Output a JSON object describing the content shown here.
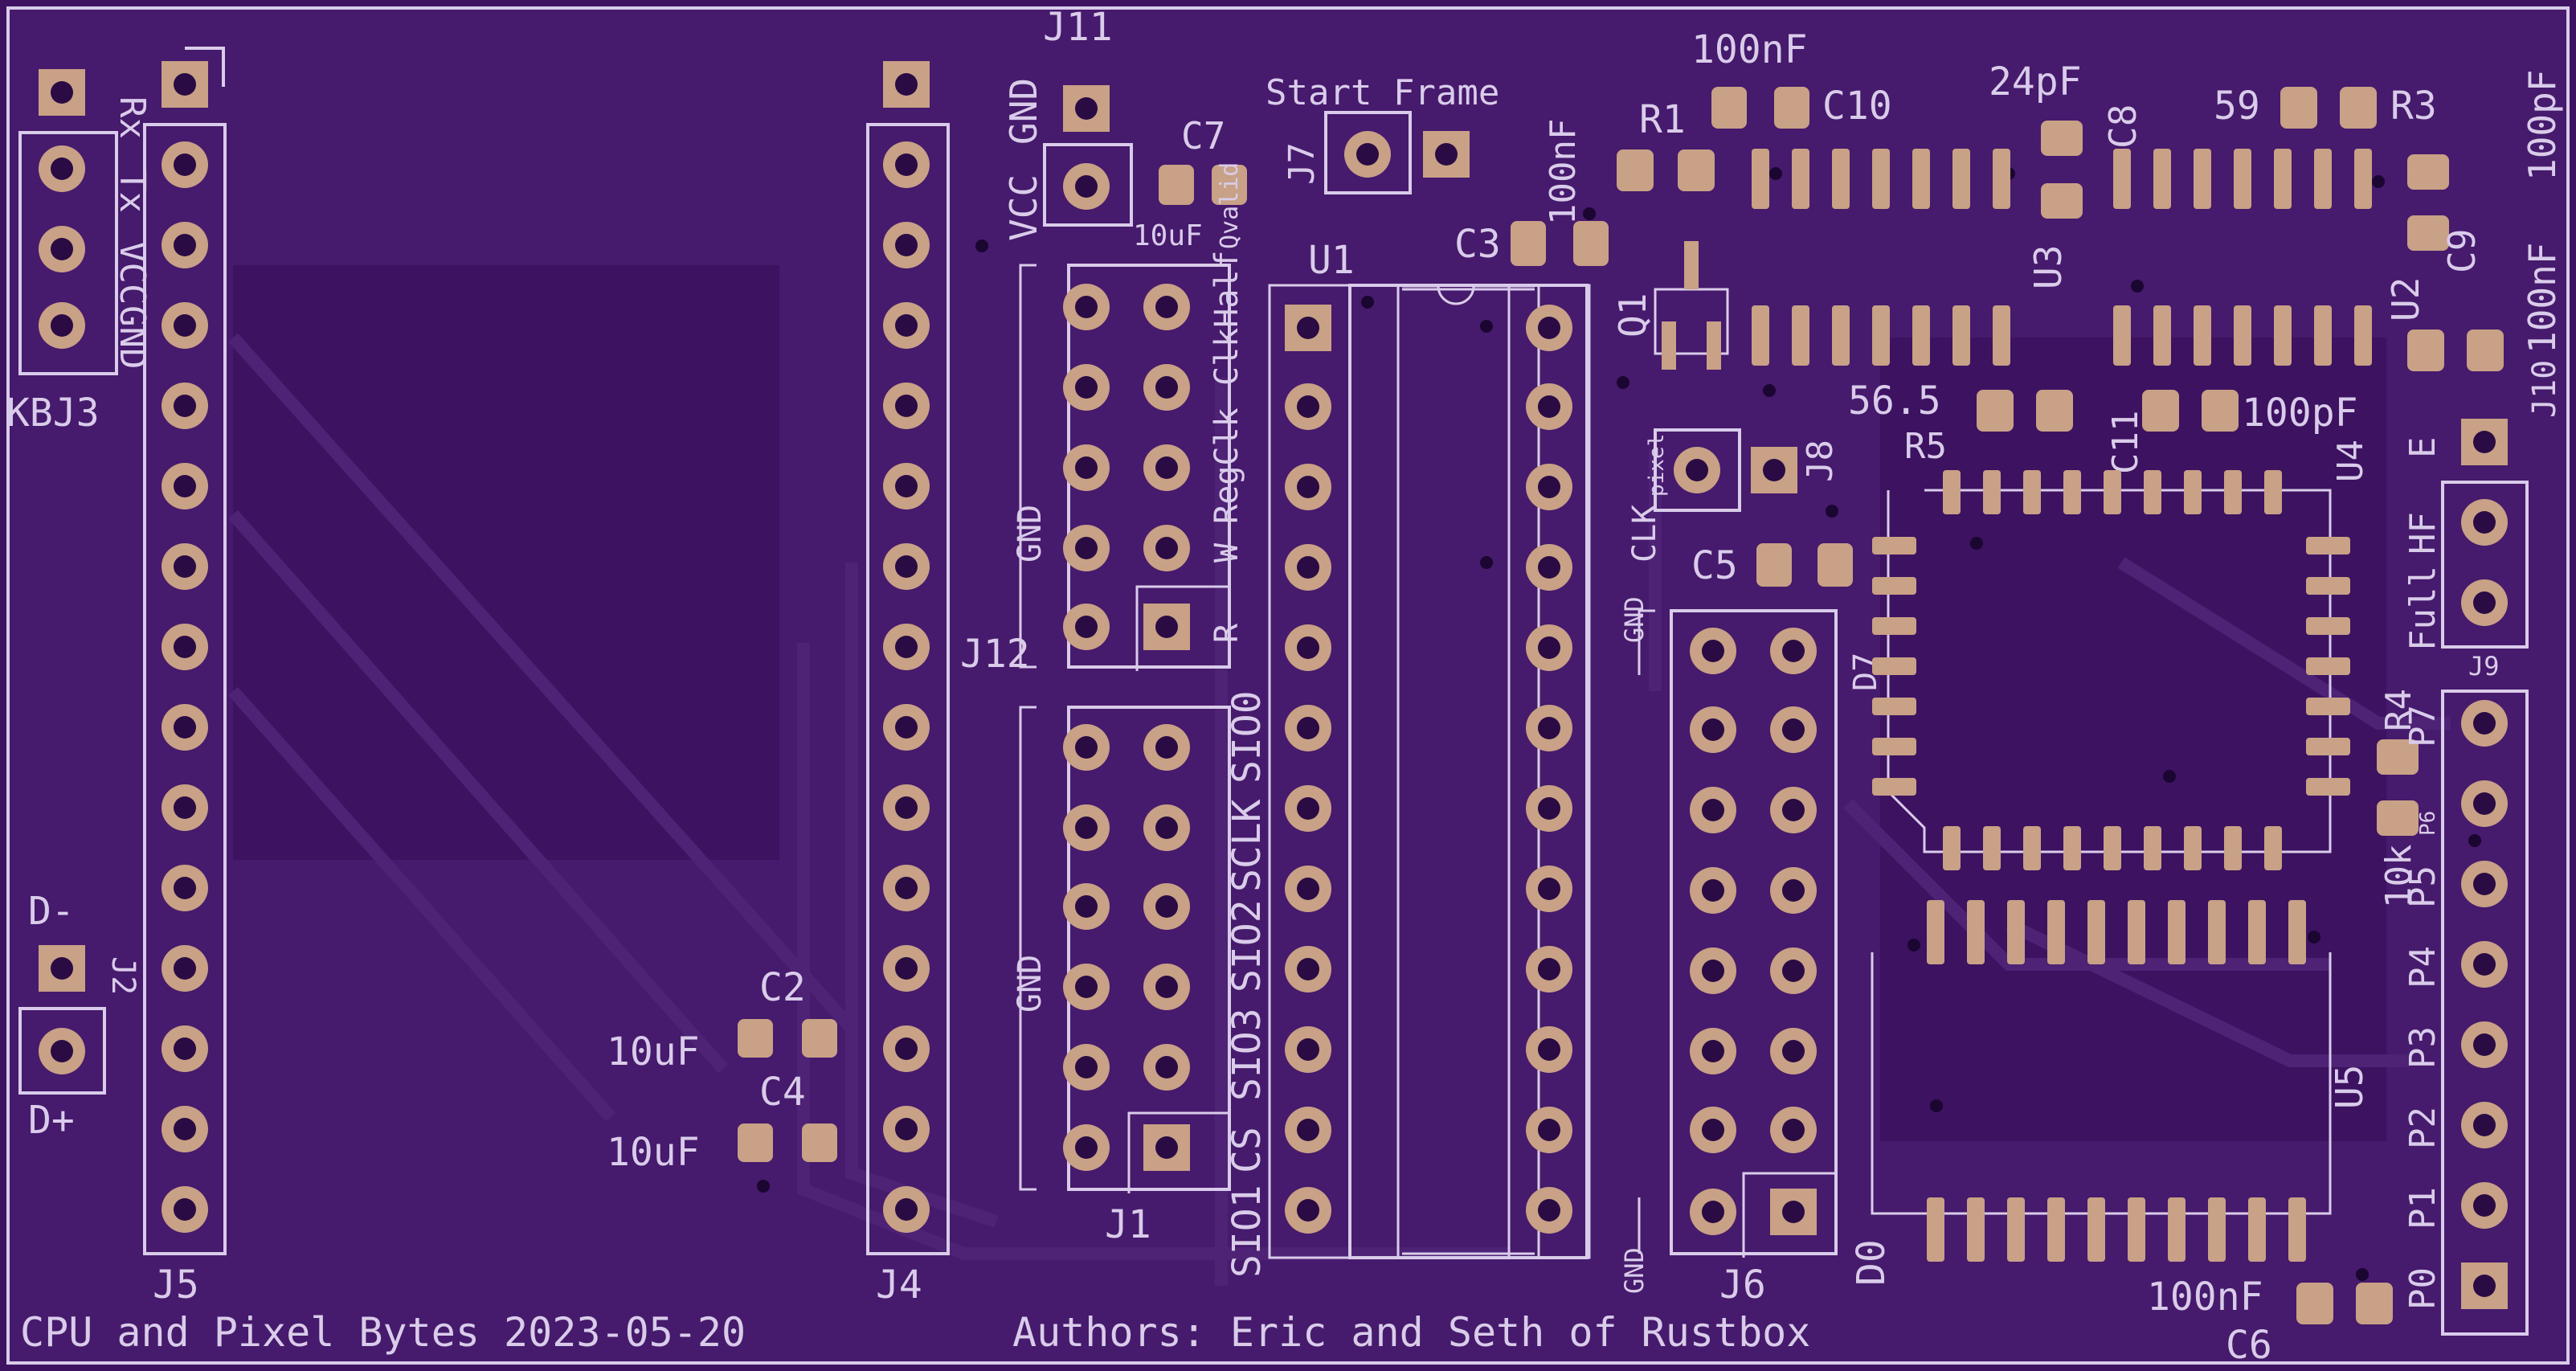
{
  "colors": {
    "board": "#3d1261",
    "copper_fill": "#461a6c",
    "trace": "#4e2275",
    "silk": "#d9ccea",
    "pad": "#c8a186",
    "hole": "#2a0b44"
  },
  "board_labels": {
    "title": "CPU and Pixel Bytes 2023-05-20",
    "authors": "Authors: Eric and Seth of Rustbox"
  },
  "refs": {
    "kbj3": "KBJ3",
    "j2": "J2",
    "j5": "J5",
    "j4": "J4",
    "j11": "J11",
    "j7": "J7",
    "j12": "J12",
    "j1": "J1",
    "u1": "U1",
    "q1": "Q1",
    "j8": "J8",
    "j6": "J6",
    "r1": "R1",
    "c10": "C10",
    "c8": "C8",
    "u3": "U3",
    "r3": "R3",
    "c9": "C9",
    "u2": "U2",
    "j10": "J10",
    "c7": "C7",
    "c3": "C3",
    "c2": "C2",
    "c4": "C4",
    "c5": "C5",
    "r5": "R5",
    "c11": "C11",
    "u4": "U4",
    "d7": "D7",
    "r4": "R4",
    "j9": "J9",
    "u5": "U5",
    "c6": "C6",
    "d0": "D0"
  },
  "values": {
    "c7": "10uF",
    "c3": "100nF",
    "c10": "100nF",
    "c8": "24pF",
    "r3": "59",
    "c9": "100pF",
    "j10": "100nF",
    "r5": "56.5",
    "c11": "100pF",
    "c2": "10uF",
    "c4": "10uF",
    "r4": "10k",
    "c6": "100nF"
  },
  "pin_labels": {
    "kb": [
      "Rx",
      "Tx",
      "VCC",
      "GND"
    ],
    "usb_dminus": "D-",
    "usb_dplus": "D+",
    "j11": [
      "GND",
      "VCC"
    ],
    "j7": "Start Frame",
    "j12_row1": "Qvalid",
    "j12_row2": "ClkHalf",
    "j12_row3": "W RegClk",
    "j12_row4": "R",
    "j12_gnd": "GND",
    "j1": [
      "SIO1",
      "CS",
      "SIO3",
      "SIO2",
      "SCLK",
      "SIO0"
    ],
    "j1_gnd": "GND",
    "j8_clk": "CLK",
    "j8_sub": "pixel",
    "j6_gnd_top": "GND",
    "j6_gnd_bottom": "GND",
    "u4": {
      "e": "E",
      "full": "Full",
      "hf": "HF"
    },
    "j9": [
      "P0",
      "P1",
      "P2",
      "P3",
      "P4",
      "P5",
      "P6",
      "P7"
    ]
  }
}
